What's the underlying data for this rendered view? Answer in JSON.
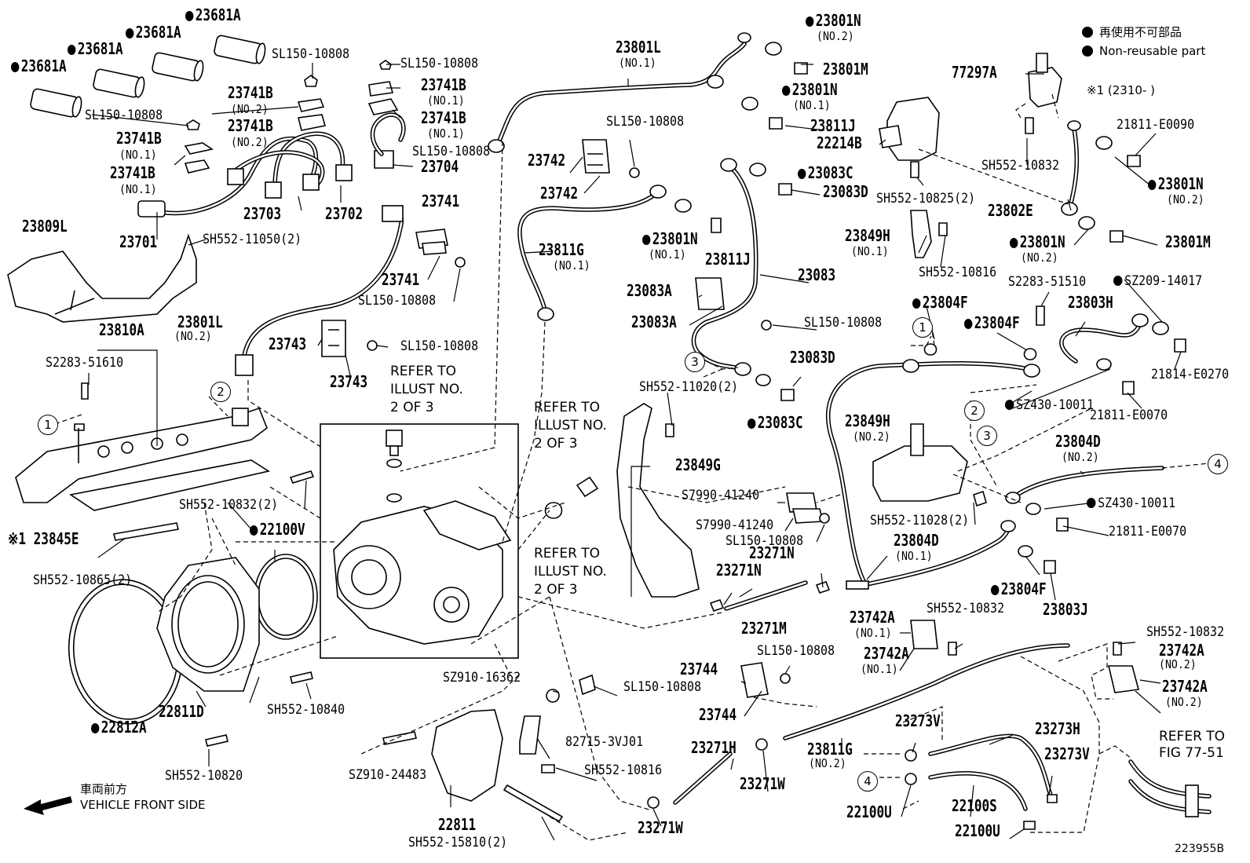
{
  "legend": {
    "jp": "再使用不可部品",
    "en": "Non-reusable part",
    "note": "※1 (2310-      )"
  },
  "vehicle_front": {
    "jp": "車両前方",
    "en": "VEHICLE FRONT SIDE"
  },
  "diagram_id": "223955B",
  "refer_notes": [
    {
      "id": "refer-center",
      "lines": [
        "REFER TO",
        "ILLUST NO.",
        "2 OF 3"
      ]
    },
    {
      "id": "refer-right-top",
      "lines": [
        "REFER TO",
        "ILLUST NO.",
        "2 OF 3"
      ]
    },
    {
      "id": "refer-right-bottom",
      "lines": [
        "REFER TO",
        "ILLUST NO.",
        "2 OF 3"
      ]
    },
    {
      "id": "refer-fig",
      "lines": [
        "REFER TO",
        "FIG 77-51"
      ]
    }
  ],
  "callouts": [
    "1",
    "2",
    "1",
    "2",
    "3",
    "3",
    "4",
    "4"
  ],
  "labels": [
    {
      "t": "23681A",
      "dot": true,
      "big": true
    },
    {
      "t": "23681A",
      "dot": true,
      "big": true
    },
    {
      "t": "23681A",
      "dot": true,
      "big": true
    },
    {
      "t": "23681A",
      "dot": true,
      "big": true
    },
    {
      "t": "SL150-10808"
    },
    {
      "t": "SL150-10808"
    },
    {
      "t": "23741B",
      "big": true
    },
    {
      "t": "(NO.2)",
      "sub": true
    },
    {
      "t": "23741B",
      "big": true
    },
    {
      "t": "(NO.2)",
      "sub": true
    },
    {
      "t": "23741B",
      "big": true
    },
    {
      "t": "(NO.1)",
      "sub": true
    },
    {
      "t": "23741B",
      "big": true
    },
    {
      "t": "(NO.1)",
      "sub": true
    },
    {
      "t": "23741B",
      "big": true
    },
    {
      "t": "(NO.1)",
      "sub": true
    },
    {
      "t": "23741B",
      "big": true
    },
    {
      "t": "(NO.1)",
      "sub": true
    },
    {
      "t": "SL150-10808"
    },
    {
      "t": "SL150-10808"
    },
    {
      "t": "23704",
      "big": true
    },
    {
      "t": "23703",
      "big": true
    },
    {
      "t": "23702",
      "big": true
    },
    {
      "t": "23701",
      "big": true
    },
    {
      "t": "23809L",
      "big": true
    },
    {
      "t": "SH552-11050(2)"
    },
    {
      "t": "23741",
      "big": true
    },
    {
      "t": "23741",
      "big": true
    },
    {
      "t": "SL150-10808"
    },
    {
      "t": "23810A",
      "big": true
    },
    {
      "t": "S2283-51610"
    },
    {
      "t": "23801L",
      "big": true
    },
    {
      "t": "(NO.2)",
      "sub": true
    },
    {
      "t": "23743",
      "big": true
    },
    {
      "t": "SL150-10808"
    },
    {
      "t": "23743",
      "big": true
    },
    {
      "t": "SH552-10832(2)"
    },
    {
      "t": "※1 23845E",
      "big": true
    },
    {
      "t": "22100V",
      "dot": true,
      "big": true
    },
    {
      "t": "SH552-10865(2)"
    },
    {
      "t": "22811D",
      "big": true
    },
    {
      "t": "SH552-10840"
    },
    {
      "t": "22812A",
      "dot": true,
      "big": true
    },
    {
      "t": "SH552-10820"
    },
    {
      "t": "23801L",
      "big": true
    },
    {
      "t": "(NO.1)",
      "sub": true
    },
    {
      "t": "SL150-10808"
    },
    {
      "t": "23742",
      "big": true
    },
    {
      "t": "23742",
      "big": true
    },
    {
      "t": "23811G",
      "big": true
    },
    {
      "t": "(NO.1)",
      "sub": true
    },
    {
      "t": "23801N",
      "dot": true,
      "big": true
    },
    {
      "t": "(NO.2)",
      "sub": true
    },
    {
      "t": "23801M",
      "big": true
    },
    {
      "t": "23801N",
      "dot": true,
      "big": true
    },
    {
      "t": "(NO.1)",
      "sub": true
    },
    {
      "t": "23811J",
      "big": true
    },
    {
      "t": "23083C",
      "dot": true,
      "big": true
    },
    {
      "t": "23083D",
      "big": true
    },
    {
      "t": "23801N",
      "dot": true,
      "big": true
    },
    {
      "t": "(NO.1)",
      "sub": true
    },
    {
      "t": "23811J",
      "big": true
    },
    {
      "t": "23083",
      "big": true
    },
    {
      "t": "23083A",
      "big": true
    },
    {
      "t": "23083A",
      "big": true
    },
    {
      "t": "SL150-10808"
    },
    {
      "t": "23083D",
      "big": true
    },
    {
      "t": "SH552-11020(2)"
    },
    {
      "t": "23083C",
      "dot": true,
      "big": true
    },
    {
      "t": "23849G",
      "big": true
    },
    {
      "t": "S7990-41240"
    },
    {
      "t": "S7990-41240"
    },
    {
      "t": "SL150-10808"
    },
    {
      "t": "23271N",
      "big": true
    },
    {
      "t": "23271N",
      "big": true
    },
    {
      "t": "23271M",
      "big": true
    },
    {
      "t": "SZ910-16362"
    },
    {
      "t": "SL150-10808"
    },
    {
      "t": "82715-3VJ01"
    },
    {
      "t": "SZ910-24483"
    },
    {
      "t": "SH552-10816"
    },
    {
      "t": "22811",
      "big": true
    },
    {
      "t": "SH552-15810(2)"
    },
    {
      "t": "23271H",
      "big": true
    },
    {
      "t": "23271W",
      "big": true
    },
    {
      "t": "23271W",
      "big": true
    },
    {
      "t": "23744",
      "big": true
    },
    {
      "t": "SL150-10808"
    },
    {
      "t": "23744",
      "big": true
    },
    {
      "t": "23742A",
      "big": true
    },
    {
      "t": "(NO.1)",
      "sub": true
    },
    {
      "t": "SH552-10832"
    },
    {
      "t": "23742A",
      "big": true
    },
    {
      "t": "(NO.1)",
      "sub": true
    },
    {
      "t": "23811G",
      "big": true
    },
    {
      "t": "(NO.2)",
      "sub": true
    },
    {
      "t": "23273V",
      "big": true
    },
    {
      "t": "23273H",
      "big": true
    },
    {
      "t": "23273V",
      "big": true
    },
    {
      "t": "22100U",
      "big": true
    },
    {
      "t": "22100S",
      "big": true
    },
    {
      "t": "22100U",
      "big": true
    },
    {
      "t": "SH552-10832"
    },
    {
      "t": "23742A",
      "big": true
    },
    {
      "t": "(NO.2)",
      "sub": true
    },
    {
      "t": "23742A",
      "big": true
    },
    {
      "t": "(NO.2)",
      "sub": true
    },
    {
      "t": "77297A",
      "big": true
    },
    {
      "t": "22214B",
      "big": true
    },
    {
      "t": "SH552-10832"
    },
    {
      "t": "SH552-10825(2)"
    },
    {
      "t": "23802E",
      "big": true
    },
    {
      "t": "21811-E0090"
    },
    {
      "t": "23801N",
      "dot": true,
      "big": true
    },
    {
      "t": "(NO.2)",
      "sub": true
    },
    {
      "t": "23801N",
      "dot": true,
      "big": true
    },
    {
      "t": "(NO.2)",
      "sub": true
    },
    {
      "t": "23801M",
      "big": true
    },
    {
      "t": "23849H",
      "big": true
    },
    {
      "t": "(NO.1)",
      "sub": true
    },
    {
      "t": "SH552-10816"
    },
    {
      "t": "S2283-51510"
    },
    {
      "t": "SZ209-14017",
      "dot": true
    },
    {
      "t": "23804F",
      "dot": true,
      "big": true
    },
    {
      "t": "23804F",
      "dot": true,
      "big": true
    },
    {
      "t": "23803H",
      "big": true
    },
    {
      "t": "21814-E0270"
    },
    {
      "t": "SZ430-10011",
      "dot": true
    },
    {
      "t": "21811-E0070"
    },
    {
      "t": "23849H",
      "big": true
    },
    {
      "t": "(NO.2)",
      "sub": true
    },
    {
      "t": "23804D",
      "big": true
    },
    {
      "t": "(NO.2)",
      "sub": true
    },
    {
      "t": "SZ430-10011",
      "dot": true
    },
    {
      "t": "21811-E0070"
    },
    {
      "t": "SH552-11028(2)"
    },
    {
      "t": "23804D",
      "big": true
    },
    {
      "t": "(NO.1)",
      "sub": true
    },
    {
      "t": "23804F",
      "dot": true,
      "big": true
    },
    {
      "t": "23803J",
      "big": true
    }
  ]
}
